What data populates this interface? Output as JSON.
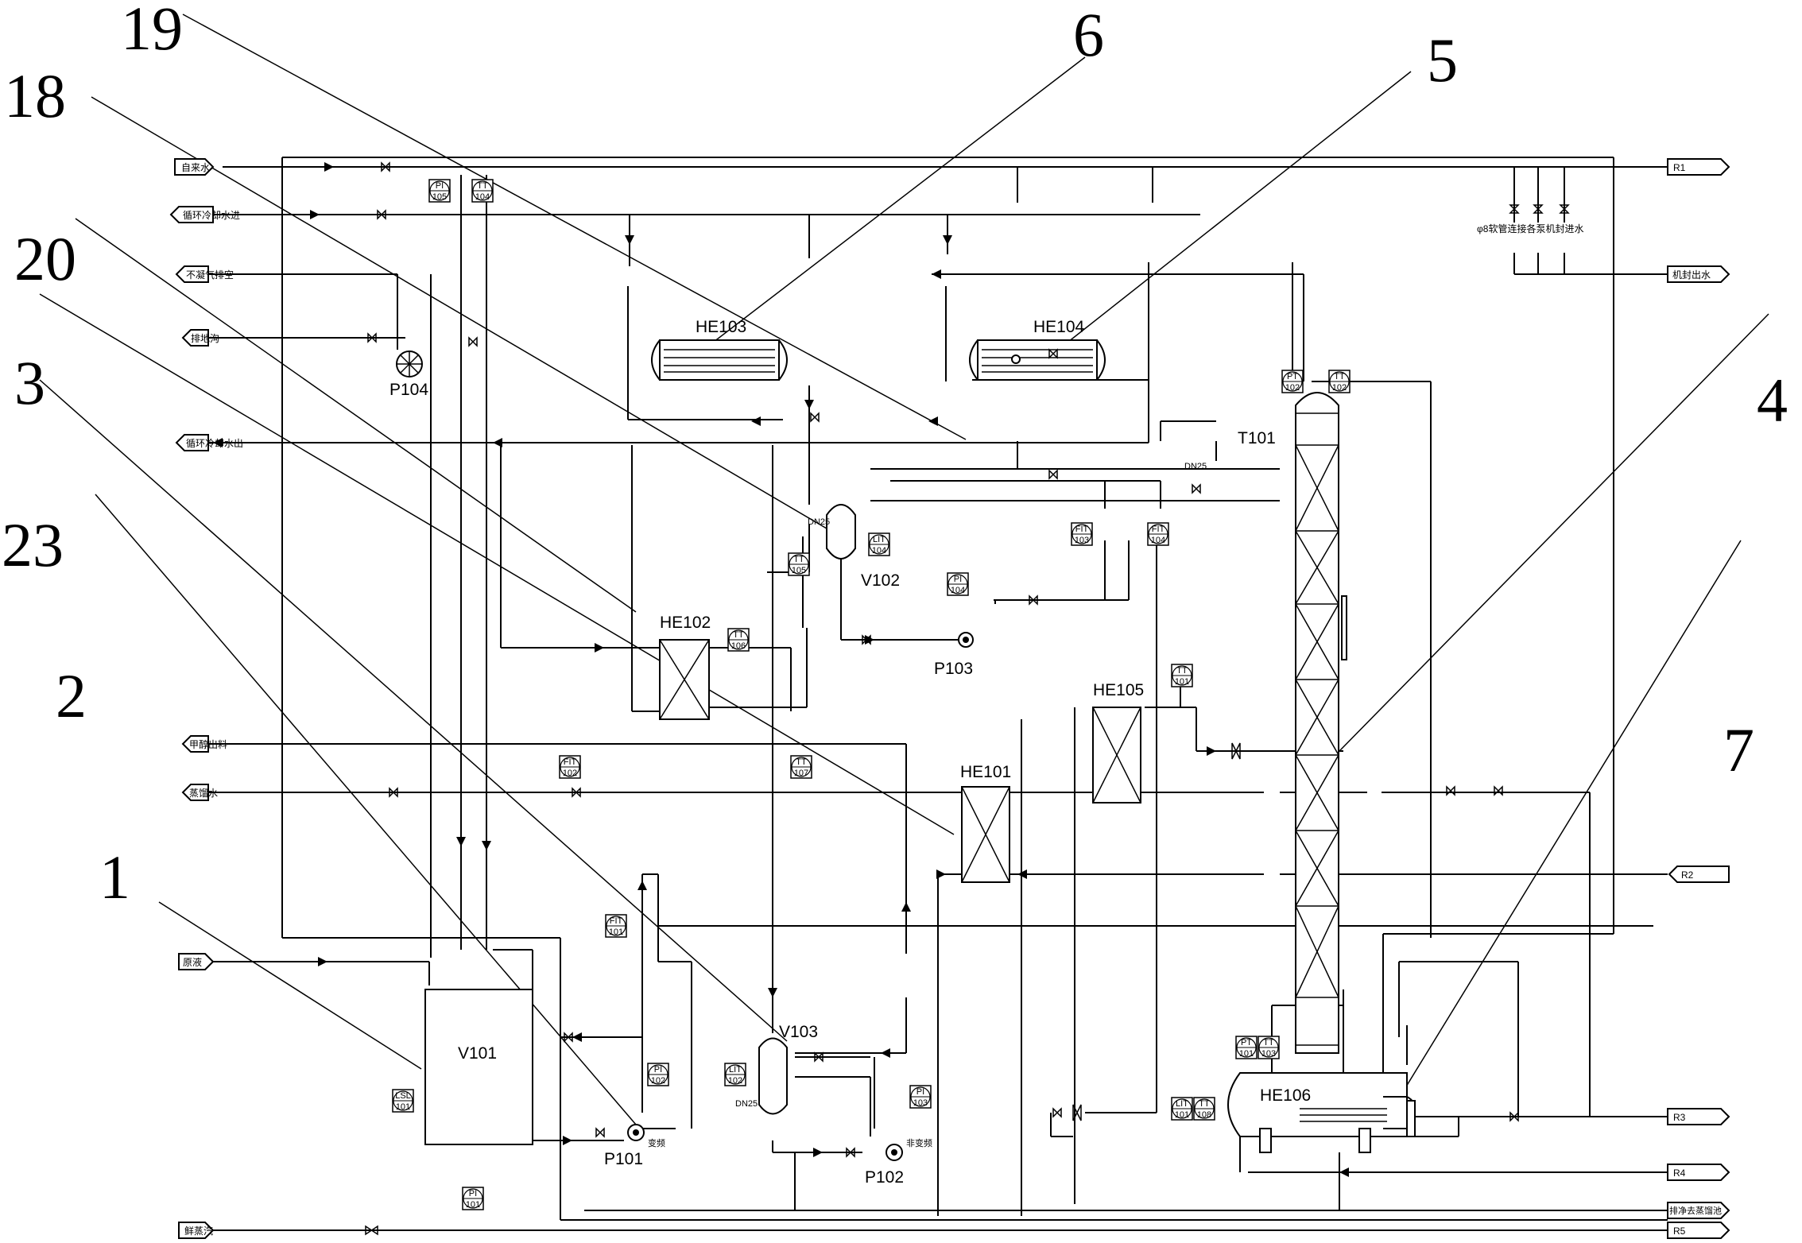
{
  "callouts": [
    "19",
    "6",
    "5",
    "18",
    "20",
    "3",
    "4",
    "23",
    "2",
    "7",
    "1"
  ],
  "streams": {
    "tap_water": "自来水",
    "cw_in": "循环冷却水进",
    "vent": "不凝气排空",
    "to_sewer": "排地沟",
    "cw_out": "循环冷却水出",
    "methanol_out": "甲醇出料",
    "distilled_water": "蒸馏水",
    "feed": "原液",
    "fresh_steam": "鲜蒸汽",
    "hose_note": "φ8软管连接各泵机封进水",
    "seal_water_out": "机封出水",
    "r1": "R1",
    "r2": "R2",
    "r3": "R3",
    "r4": "R4",
    "r5": "R5",
    "r_flush": "排净去蒸馏池"
  },
  "equipment": {
    "he103": "HE103",
    "he104": "HE104",
    "p104": "P104",
    "t101": "T101",
    "v102": "V102",
    "p103": "P103",
    "he102": "HE102",
    "he105": "HE105",
    "he101": "HE101",
    "v103": "V103",
    "v101": "V101",
    "p101": "P101",
    "p102": "P102",
    "he106": "HE106",
    "dn25_a": "DN25",
    "dn25_b": "DN25",
    "dn25_c": "DN25",
    "pump_note_a": "变频",
    "pump_note_b": "非变频"
  },
  "instruments": [
    {
      "top": "PI",
      "bot": "105"
    },
    {
      "top": "TT",
      "bot": "104"
    },
    {
      "top": "PT",
      "bot": "102"
    },
    {
      "top": "TT",
      "bot": "102"
    },
    {
      "top": "LIT",
      "bot": "104"
    },
    {
      "top": "TT",
      "bot": "105"
    },
    {
      "top": "PI",
      "bot": "104"
    },
    {
      "top": "FIT",
      "bot": "103"
    },
    {
      "top": "FIT",
      "bot": "104"
    },
    {
      "top": "TT",
      "bot": "106"
    },
    {
      "top": "TT",
      "bot": "101"
    },
    {
      "top": "FIT",
      "bot": "102"
    },
    {
      "top": "TT",
      "bot": "107"
    },
    {
      "top": "FIT",
      "bot": "101"
    },
    {
      "top": "PI",
      "bot": "102"
    },
    {
      "top": "LIT",
      "bot": "102"
    },
    {
      "top": "PI",
      "bot": "103"
    },
    {
      "top": "LSL",
      "bot": "101"
    },
    {
      "top": "PT",
      "bot": "101"
    },
    {
      "top": "TT",
      "bot": "103"
    },
    {
      "top": "LIT",
      "bot": "101"
    },
    {
      "top": "TT",
      "bot": "108"
    },
    {
      "top": "PI",
      "bot": "101"
    }
  ]
}
